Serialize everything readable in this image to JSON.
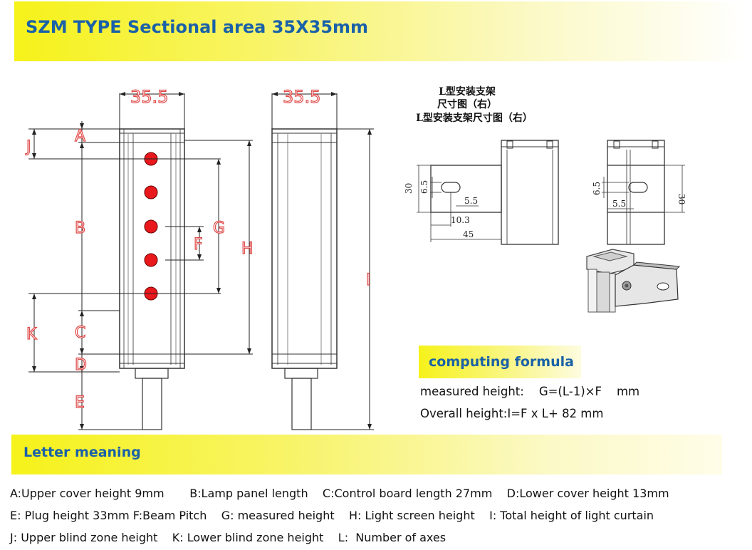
{
  "header": {
    "title": "SZM TYPE Sectional area 35X35mm",
    "accent_color": "#1a61a8",
    "banner_color": "#f6f21a"
  },
  "drawing": {
    "front_width": "35.5",
    "side_width": "35.5",
    "letters": {
      "A": "A",
      "B": "B",
      "C": "C",
      "D": "D",
      "E": "E",
      "F": "F",
      "G": "G",
      "H": "H",
      "I": "I",
      "J": "J",
      "K": "K"
    },
    "lamp_color": "#e8181c",
    "dimension_color": "#e04848"
  },
  "bracket": {
    "caption_line1": "L型安装支架",
    "caption_line2": "尺寸图（右）",
    "caption_line3": "L型安装支架尺寸图（右）",
    "dim_30_left": "30",
    "dim_65_left": "6.5",
    "dim_55_left": "5.5",
    "dim_103": "10.3",
    "dim_45": "45",
    "dim_65_right": "6.5",
    "dim_30_right": "30",
    "dim_55_right": "5.5"
  },
  "formula": {
    "title": "computing formula",
    "line1": "measured height:    G=(L-1)×F    mm",
    "line2": "Overall height:I=F x L+ 82 mm"
  },
  "legend": {
    "title": "Letter meaning",
    "row1": "A:Upper cover height 9mm       B:Lamp panel length    C:Control board length 27mm    D:Lower cover height 13mm",
    "row2": "E: Plug height 33mm F:Beam Pitch    G: measured height    H: Light screen height    I: Total height of light curtain",
    "row3": "J: Upper blind zone height    K: Lower blind zone height    L:  Number of axes"
  }
}
